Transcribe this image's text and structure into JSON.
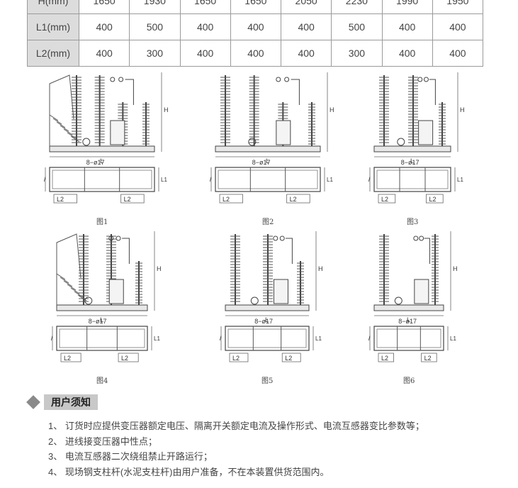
{
  "spec_table": {
    "rows": [
      {
        "label": "H(mm)",
        "values": [
          "1650",
          "1930",
          "1650",
          "1650",
          "2050",
          "2230",
          "1990",
          "1950"
        ]
      },
      {
        "label": "L1(mm)",
        "values": [
          "400",
          "500",
          "400",
          "400",
          "400",
          "500",
          "400",
          "400"
        ]
      },
      {
        "label": "L2(mm)",
        "values": [
          "400",
          "300",
          "400",
          "400",
          "400",
          "300",
          "400",
          "400"
        ]
      }
    ]
  },
  "figures": {
    "labels": {
      "length": "L",
      "height": "H",
      "width": "W",
      "l1": "L1",
      "l2": "L2",
      "holes": "8−ø17"
    },
    "captions": [
      "图1",
      "图2",
      "图3",
      "图4",
      "图5",
      "图6"
    ]
  },
  "notice": {
    "title": "用户须知",
    "items": [
      "1、 订货时应提供变压器额定电压、隔离开关额定电流及操作形式、电流互感器变比参数等；",
      "2、 进线接变压器中性点；",
      "3、 电流互感器二次绕组禁止开路运行；",
      "4、 现场钢支柱杆(水泥支柱杆)由用户准备，不在本装置供货范围内。"
    ]
  }
}
